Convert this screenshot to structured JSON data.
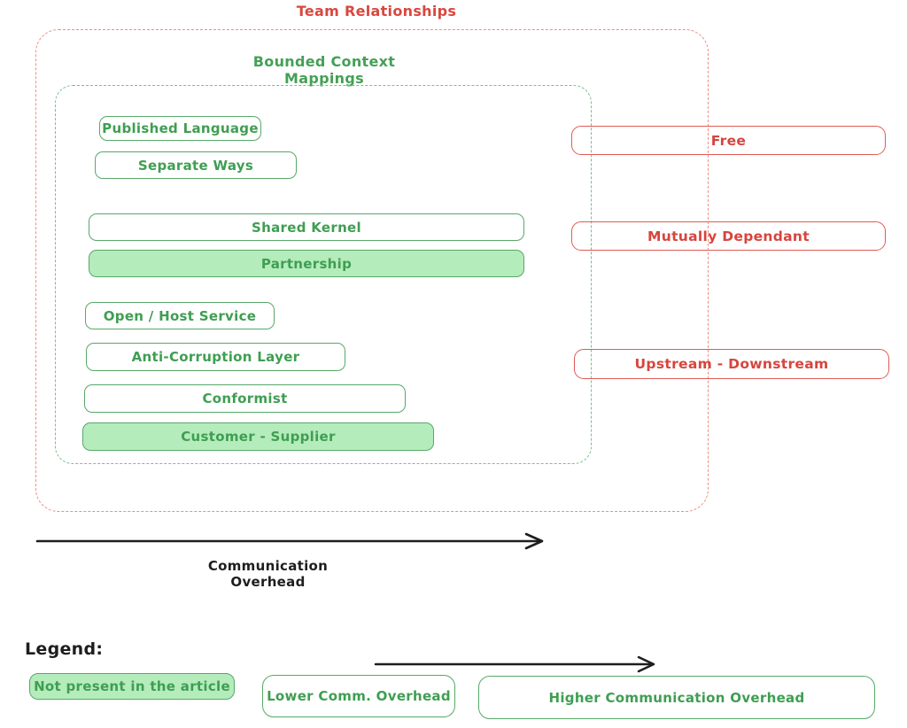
{
  "diagram": {
    "title": "Team Relationships",
    "subtitle": "Bounded Context Mappings"
  },
  "mapping_boxes": [
    {
      "label": "Published Language",
      "filled": false
    },
    {
      "label": "Separate Ways",
      "filled": false
    },
    {
      "label": "Shared Kernel",
      "filled": false
    },
    {
      "label": "Partnership",
      "filled": true
    },
    {
      "label": "Open / Host Service",
      "filled": false
    },
    {
      "label": "Anti-Corruption Layer",
      "filled": false
    },
    {
      "label": "Conformist",
      "filled": false
    },
    {
      "label": "Customer - Supplier",
      "filled": true
    }
  ],
  "relationship_boxes": [
    {
      "label": "Free"
    },
    {
      "label": "Mutually Dependant"
    },
    {
      "label": "Upstream - Downstream"
    }
  ],
  "axis": {
    "label": "Communication Overhead"
  },
  "legend": {
    "title": "Legend:",
    "items": [
      {
        "label": "Not present in the article",
        "filled": true
      },
      {
        "label": "Lower Comm. Overhead",
        "filled": false
      },
      {
        "label": "Higher Communication Overhead",
        "filled": false
      }
    ]
  },
  "colors": {
    "green_stroke": "#57a869",
    "green_text": "#3f9e52",
    "green_fill": "#b5ecbc",
    "green_dashed": "#7cbd8b",
    "red_stroke": "#e05b54",
    "red_text": "#d6453e",
    "red_dashed": "#ee8d84",
    "arrow_black": "#1e1e1e"
  }
}
